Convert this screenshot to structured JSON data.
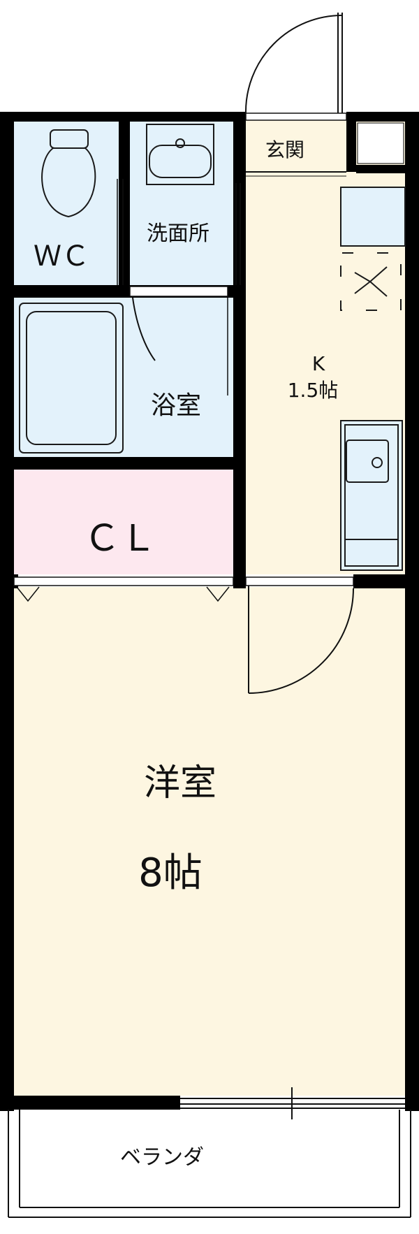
{
  "colors": {
    "wall": "#000000",
    "kitchen_living_floor": "#fdf6e1",
    "wet_area_floor": "#e3f2fb",
    "closet_floor": "#fde8ef",
    "fixture_line": "#1a1a1a"
  },
  "rooms": {
    "entrance": {
      "label": "玄関"
    },
    "wc": {
      "label": "ＷＣ"
    },
    "washroom": {
      "label": "洗面所"
    },
    "bathroom": {
      "label": "浴室"
    },
    "closet": {
      "label": "ＣＬ"
    },
    "kitchen": {
      "label": "K",
      "size": "1.5帖"
    },
    "western_room": {
      "label": "洋室",
      "size": "8帖"
    },
    "balcony": {
      "label": "ベランダ"
    }
  },
  "icons": [
    "toilet-icon",
    "washbasin-icon",
    "bathtub-icon",
    "kitchen-sink-icon",
    "refrigerator-space-icon",
    "washing-machine-space-icon",
    "swing-door-icon"
  ]
}
